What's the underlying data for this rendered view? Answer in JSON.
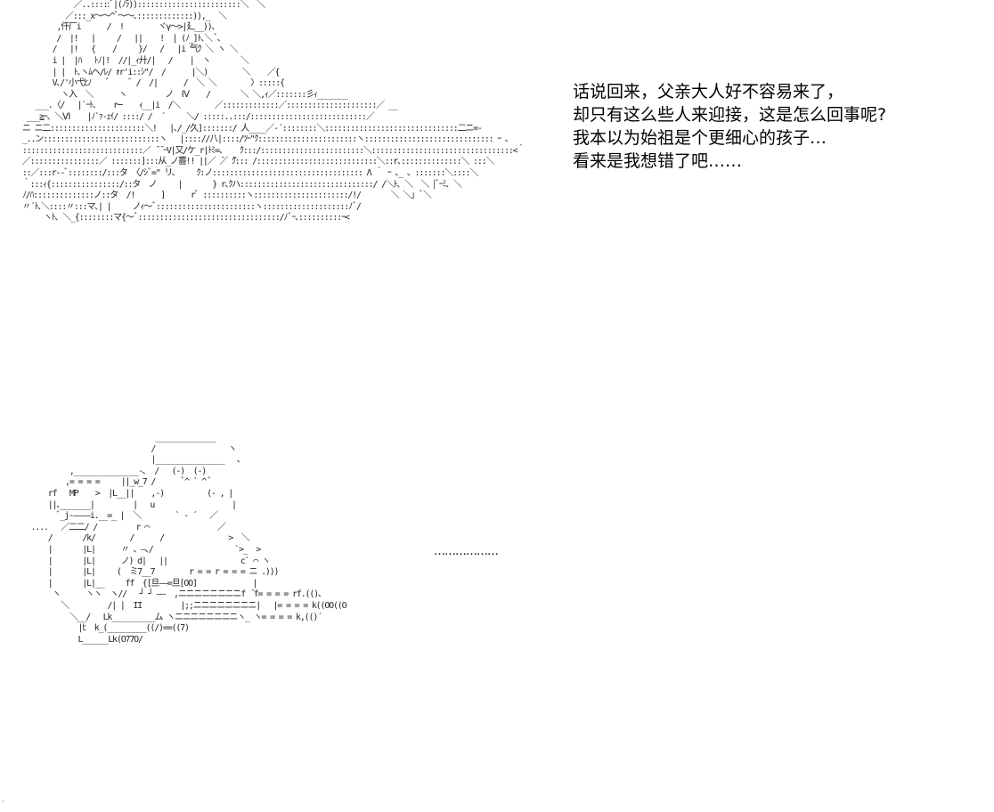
{
  "dialogue": {
    "lines": [
      "话说回来，父亲大人好不容易来了，",
      "却只有这么些人来迎接，这是怎么回事呢?",
      "我本以为始祖是个更细心的孩子…",
      "看来是我想错了吧……"
    ]
  },
  "reply": {
    "text": "………………"
  },
  "ascii_art": {
    "top": "             ／..:::::ﾞ|(ﾉﾗ))::::::::::::::::::::::::＼  ＼\n           ／:::_x～～^ﾞ～～､:::::::::::::)),_  ＼\n         ,仟厂i      /  !        ヾγ～>|廴__))､\n         /  |!   |     /   ||    !  | (ﾉ_]ﾄ､＼ ﾞ､\n        /   |!   {    /     }/   /   |i 气ｸ ＼ ヽ ＼\n        i |  |ﾊ   ﾄﾉ|!  //|_ｨ廾/|   /    |  ヽ       ＼\n        | |  ﾄ､ヽﾑヘ/ﾚ/ ｫr'i::ｼ\"/  /      |＼)        ＼    ／{\n        V､/'小弋ﾋﾉ    ﾞ     ﾞ /  /|      /  ＼ ＼        〉:::::{\n          ヽ入  ＼      ヽ         ノ  Ⅳ    /       ＼ ＼,ｨ／:::::::彡ｨ_______\n    ___.〈/   |`ｰﾄ､    r─    ｨ__|i  /＼        ／:::::::::::::／:::::::::::::::::::::／ __\n  ___≧ｰ､ ＼Ⅵ    |ﾉ`ｧ-ｪｲ/ ::::/ /  ´     ＼/ :::::..:::/:::::::::::::::::::::::::::／\n ニ ニ二::::::::::::::::::::::＼!   |､/_/久]:::::::/ 人____／-´::::::::＼:::::::::::::::::::::::::::::::二ニ=-\n _..ン:::::::::::::::::::::::::::ヽ   |:::://八|::::/ﾂｰ\"ｸ:::::::::::::::::::::::ヽ:::::::::::::::::::::::::::::: ｰ ､\n ::::::::::::::::::::::::::::／ ̄ ̄ ｰV|又/ケ_r|ﾄﾐ=、   ｸ:::/::::::::::::::::::::::::＼:::::::::::::::::::::::::::::::::<｀\n ／::::::::::::::::／ :::::::]:::从_ノ薔!! ||／ ̄／ ̄ｸ::: /::::::::::::::::::::::::::::＼::r､::::::::::::::＼ :::＼\n ::／:::r‐‐ﾞ::::::::/:::タ 〈/ｼﾞ=\" リ、    ｸ:ノ::::::::::::::::::::::::::::::::::: Λ ｀ ｰ ､_ ､ :::::::＼::::＼\n ｀:::ｨ{::::::::::::::::/::タ  ノ     |       } r､ｸハ:::::::::::::::::::::::::::::::/ /＼ﾄ､ ＼  ＼ |ﾞｰﾐ､ ＼\n ﾉ/ﾊ::::::::::::::ノ::タ  /!      ]      rﾞ ::::::::::ヽ::::::::::::::::::::::/!/       ＼ ＼」ﾞ＼\n 〃´ﾄ､＼::::〃:::マ､| |     ノｨ～ﾞ:::::::::::::::::::::::ヽ::::::::::::::::::::ﾉﾞ/\n      ヽﾄ､ ＼_{::::::::マ{～ﾞ:::::::::::::::::::::::::::::::::/ﾉﾞｰ､::::::::::ｰ<",
    "bottom": "                                ______________\n                               /                 ヽ\n                               |________________   ､\n            ,_______________-､  /   (-)  (-)\n           ,= = = =     ||_w_7 /      ﾞ^ ` ^ ﾞ\n       rf   MP    >  |L__||    ,-)          (- , |\n       ||､_______|         |   u                  |\n         ﾞ_j‐――――i.__=_ |  ＼        ` ‐ ´   ／\n   ....   ／二二/ /         r ⌒                ／\n       /       /k/        /      /               >  ＼\n       |       |L|      〃 、―､/                   `>_  >\n       |       |L|      ノ) d|   ||                 c` ⌒ ヽ\n       |       |L|     (  ミ7__7        r = = r = = = ニ .)))\n       |       |L|__     ff  {[旦――=旦[OO]             |\n        ヽ      ヽヽ  ヽ//   ┘ ┘ ――  ,ニニニニニニニニf ̄ f= = = = rf.(()､\n          ＼         /| |  II         |;;ニニニニニニニニ|   |= = = = k((OO((O\n            ＼__/   Lk__________ム ヽニニニニニニニニヽ_ ヽ= = = = k,(()´\n              |ﾋ  k_(_________((/)==((7)\n              L______Lk(O77O/"
  }
}
